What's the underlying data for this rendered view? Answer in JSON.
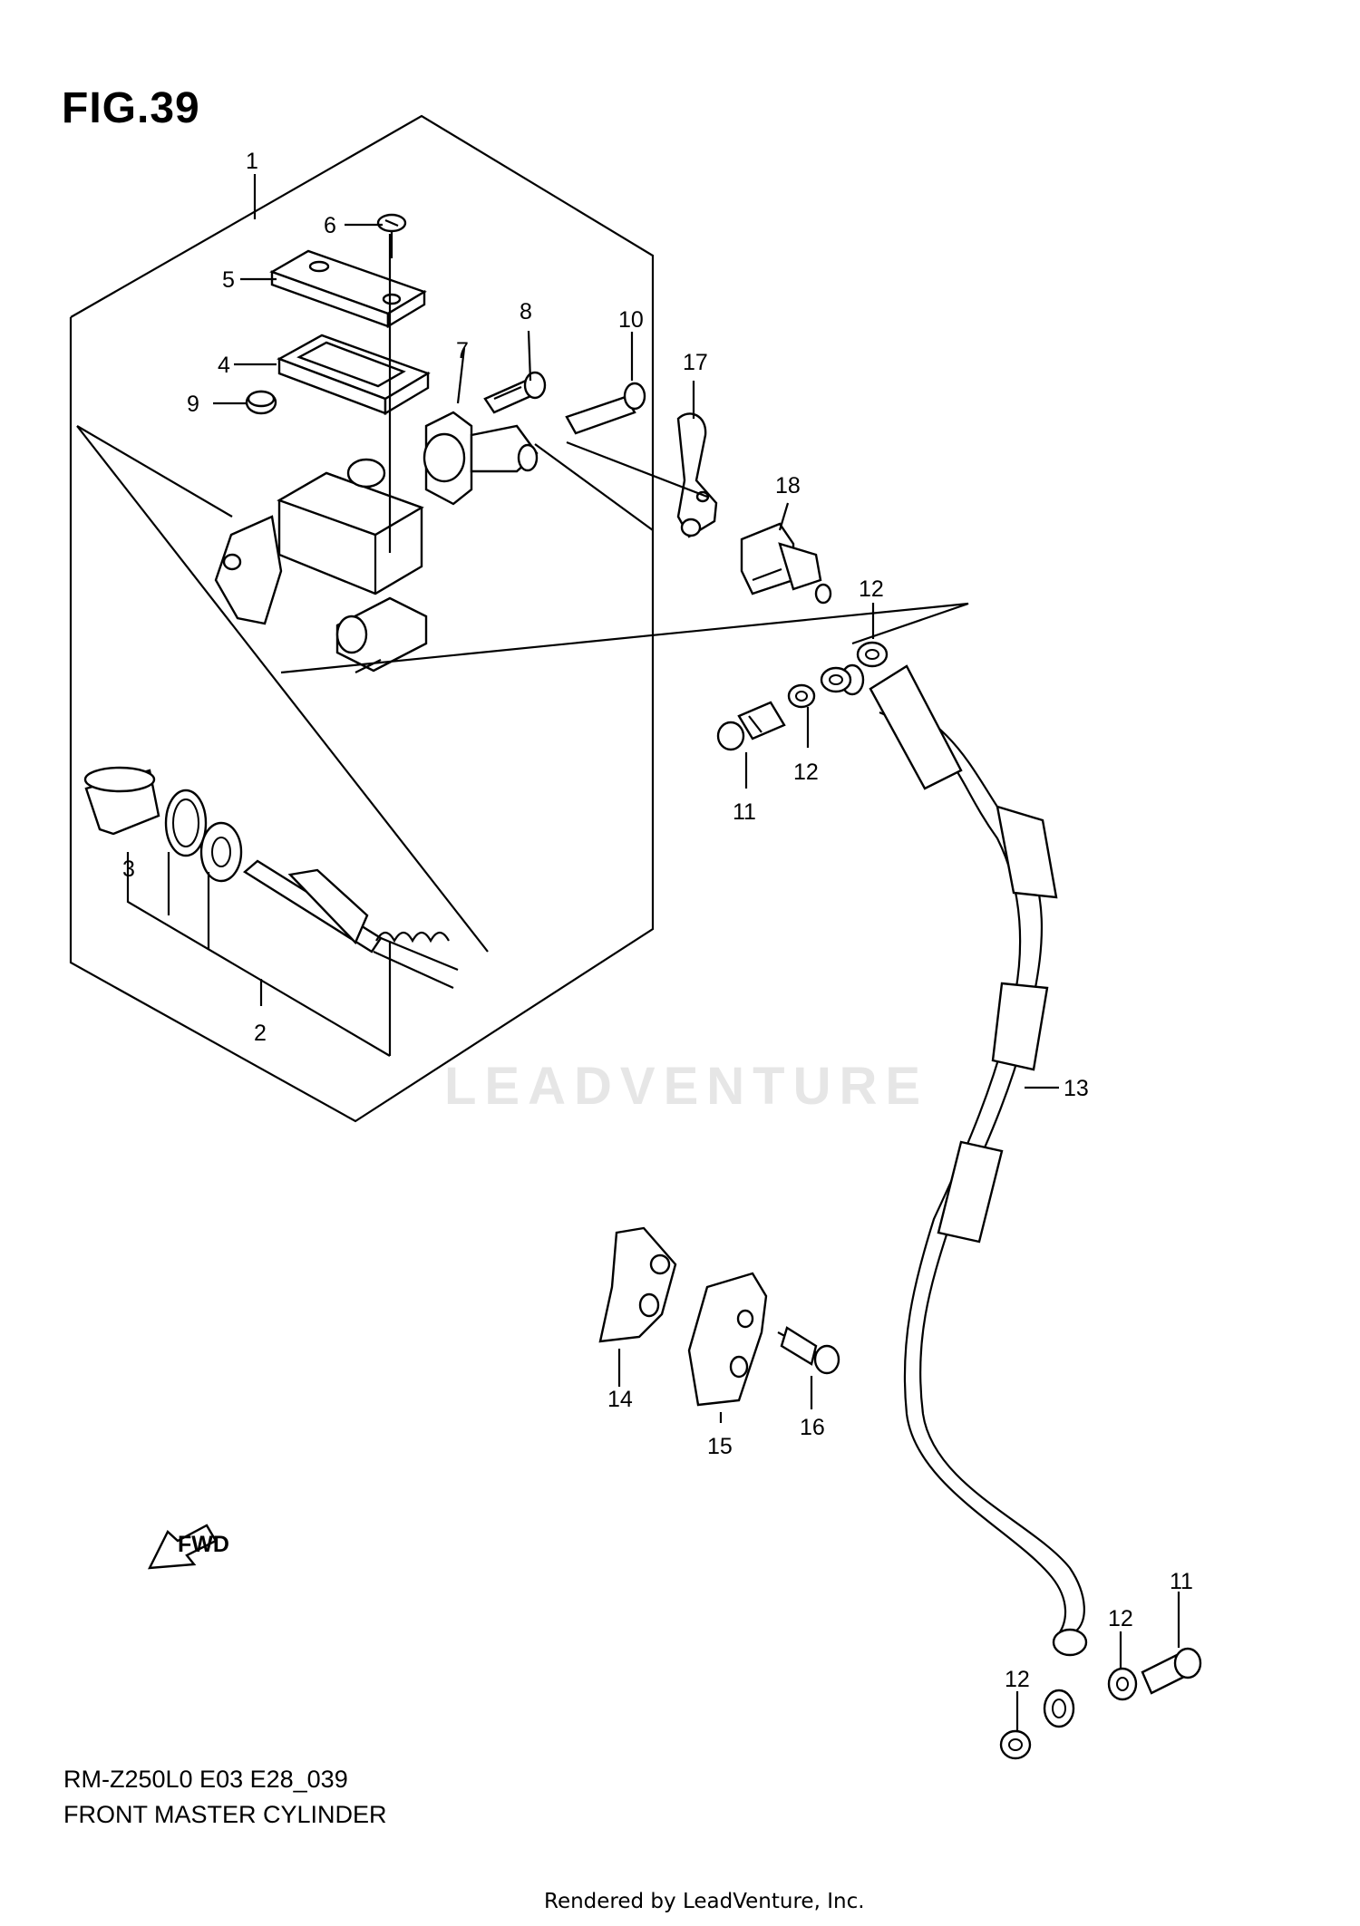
{
  "figure_title": "FIG.39",
  "model_code": "RM-Z250L0 E03 E28_039",
  "diagram_title": "FRONT MASTER CYLINDER",
  "rendered_by": "Rendered by LeadVenture, Inc.",
  "watermark": "LEADVENTURE",
  "fwd_label": "FWD",
  "callouts": {
    "c1": "1",
    "c2": "2",
    "c3": "3",
    "c4": "4",
    "c5": "5",
    "c6": "6",
    "c7": "7",
    "c8": "8",
    "c9": "9",
    "c10": "10",
    "c11a": "11",
    "c11b": "11",
    "c12a": "12",
    "c12b": "12",
    "c12c": "12",
    "c12d": "12",
    "c13": "13",
    "c14": "14",
    "c15": "15",
    "c16": "16",
    "c17": "17",
    "c18": "18"
  }
}
